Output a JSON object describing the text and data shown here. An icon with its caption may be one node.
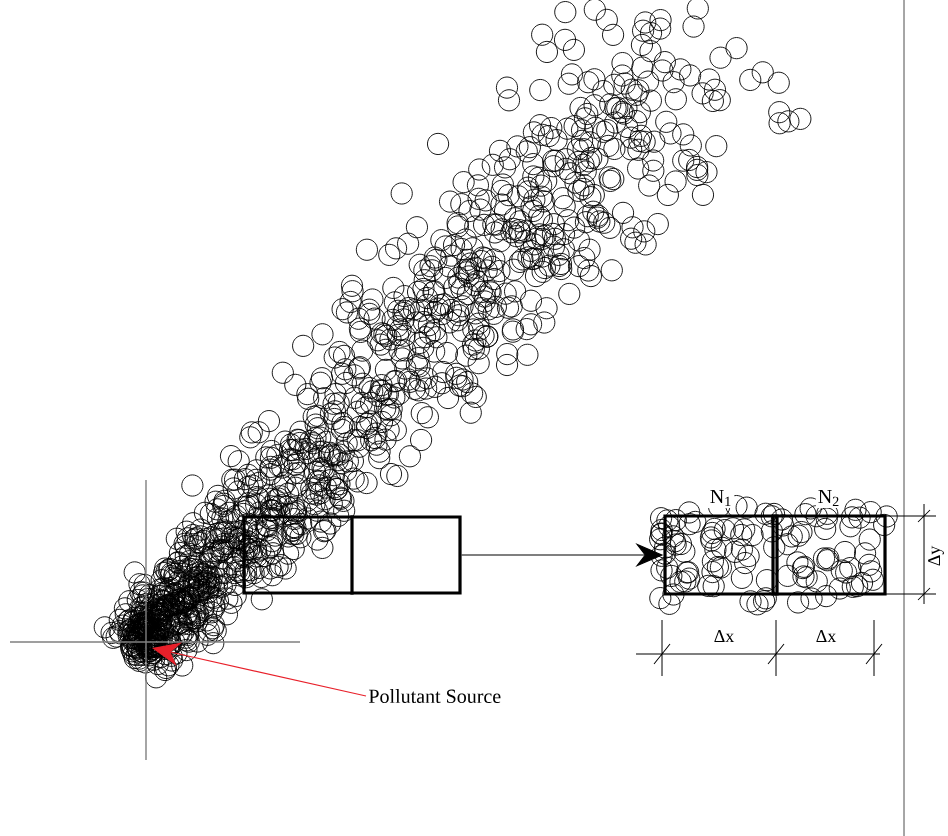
{
  "diagram": {
    "nodes": [
      {
        "text": [
          "Pollutant Source"
        ]
      },
      {
        "text": [],
        "shape": "box"
      },
      {
        "text": [
          "N$_{1}$"
        ]
      },
      {
        "text": [
          "N$_{2}$"
        ]
      }
    ],
    "edges": [
      {
        "from": 0,
        "to": null,
        "arrow": "to",
        "color": "#e8202a"
      },
      {
        "from": 1,
        "to": 2,
        "arrow": "to",
        "color": "#000000"
      }
    ],
    "labels": [
      "Δx",
      "Δx",
      "Δy"
    ]
  }
}
